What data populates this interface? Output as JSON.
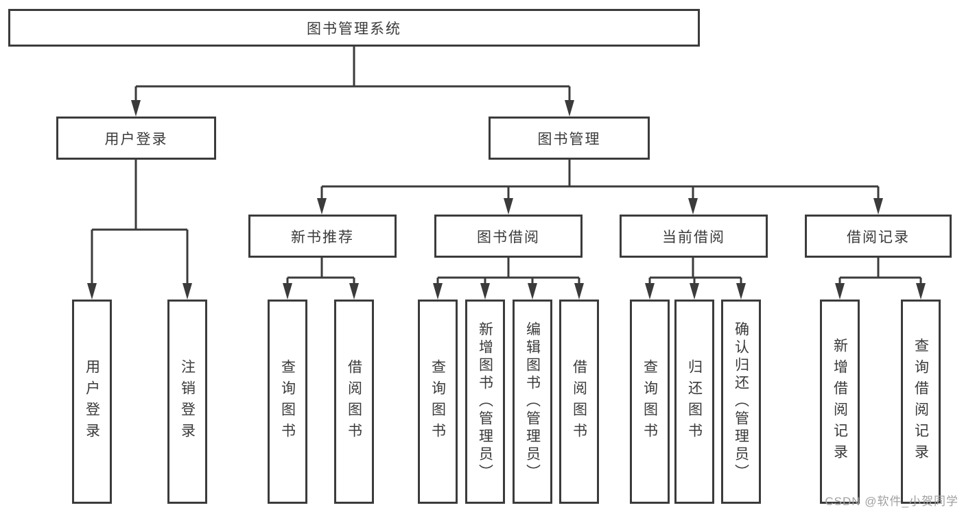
{
  "tree": {
    "label": "图书管理系统",
    "children": [
      {
        "label": "用户登录",
        "children": [
          {
            "label": "用户登录"
          },
          {
            "label": "注销登录"
          }
        ]
      },
      {
        "label": "图书管理",
        "children": [
          {
            "label": "新书推荐",
            "children": [
              {
                "label": "查询图书"
              },
              {
                "label": "借阅图书"
              }
            ]
          },
          {
            "label": "图书借阅",
            "children": [
              {
                "label": "查询图书"
              },
              {
                "label": "新增图书（管理员）"
              },
              {
                "label": "编辑图书（管理员）"
              },
              {
                "label": "借阅图书"
              }
            ]
          },
          {
            "label": "当前借阅",
            "children": [
              {
                "label": "查询图书"
              },
              {
                "label": "归还图书"
              },
              {
                "label": "确认归还（管理员）"
              }
            ]
          },
          {
            "label": "借阅记录",
            "children": [
              {
                "label": "新增借阅记录"
              },
              {
                "label": "查询借阅记录"
              }
            ]
          }
        ]
      }
    ]
  },
  "watermark": {
    "text": "CSDN @软件_小贺同学"
  },
  "colors": {
    "line": "#3b3b3b",
    "text": "#3a3a3a",
    "watermark": "#a0a0a0",
    "background": "#ffffff"
  }
}
